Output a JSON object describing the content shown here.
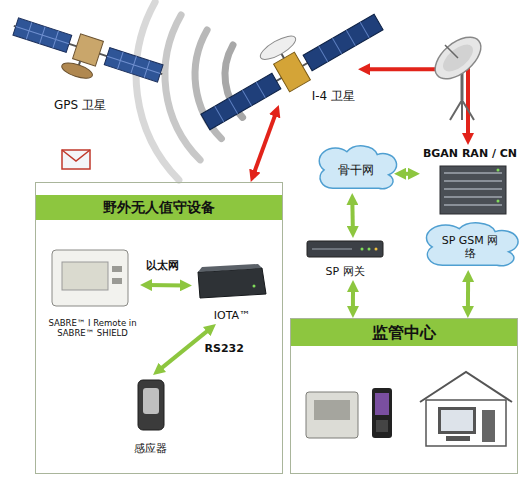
{
  "diagram": {
    "nodes": [
      {
        "text": [
          "GPS 卫星"
        ]
      },
      {
        "text": [
          "I-4 卫星"
        ]
      },
      {
        "text": [
          "BGAN RAN / CN"
        ]
      },
      {
        "text": [
          "骨干网"
        ]
      },
      {
        "text": [
          "SP GSM 网络"
        ]
      },
      {
        "text": [
          "SP 网关"
        ]
      },
      {
        "text": [
          "野外无人值守设备"
        ]
      },
      {
        "text": [
          "SABRE™ I Remote in SABRE™ SHIELD"
        ],
        "in": 6
      },
      {
        "text": [
          "IOTA™"
        ],
        "in": 6
      },
      {
        "text": [
          "感应器"
        ],
        "in": 6
      },
      {
        "text": [
          "监管中心"
        ]
      }
    ],
    "edges": [
      {
        "from": 1,
        "to": 2,
        "arrow": "both"
      },
      {
        "from": 6,
        "to": 1,
        "arrow": "both"
      },
      {
        "from": 3,
        "to": 2,
        "arrow": "both"
      },
      {
        "from": 3,
        "to": 5,
        "arrow": "both"
      },
      {
        "from": 5,
        "to": 10,
        "arrow": "both"
      },
      {
        "from": 4,
        "to": 10,
        "arrow": "both"
      },
      {
        "from": 7,
        "to": 8,
        "label": "以太网",
        "arrow": "both"
      },
      {
        "from": 8,
        "to": 9,
        "label": "RS232",
        "arrow": "both"
      }
    ]
  }
}
